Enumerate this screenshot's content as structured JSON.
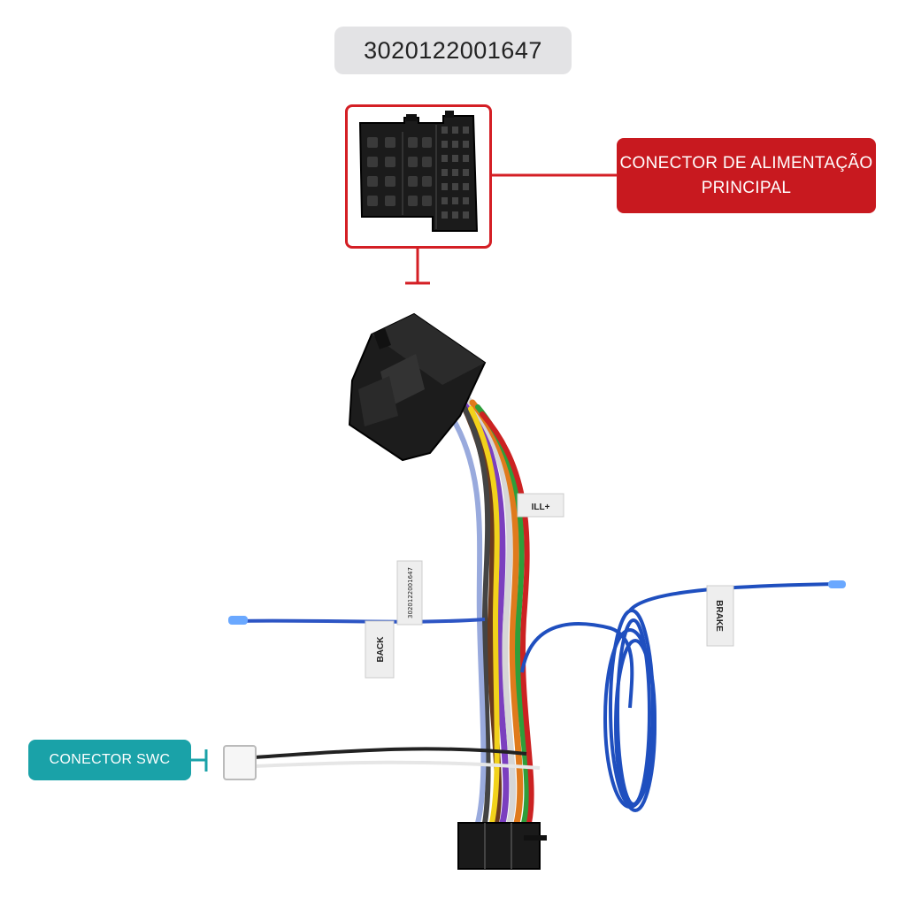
{
  "product_code": "3020122001647",
  "callouts": {
    "main_power": {
      "line1": "CONECTOR DE ALIMENTAÇÃO",
      "line2": "PRINCIPAL"
    },
    "swc": "CONECTOR SWC"
  },
  "wire_tags": {
    "ill": "ILL+",
    "code_tag": "3020122001647",
    "back": "BACK",
    "brake": "BRAKE"
  },
  "colors": {
    "callout_red": "#c8191f",
    "callout_teal": "#1aa2a8",
    "badge_gray": "#e3e3e5",
    "wire_blue": "#1f4fbf"
  }
}
